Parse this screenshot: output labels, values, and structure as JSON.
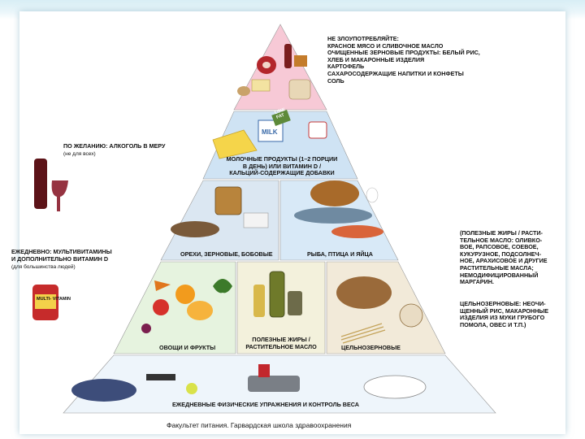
{
  "labels": {
    "top_warning": "НЕ ЗЛОУПОТРЕБЛЯЙТЕ:\nКРАСНОЕ МЯСО И СЛИВОЧНОЕ МАСЛО\nОЧИЩЕННЫЕ ЗЕРНОВЫЕ ПРОДУКТЫ: БЕЛЫЙ РИС,\nХЛЕБ И МАКАРОННЫЕ ИЗДЕЛИЯ\nКАРТОФЕЛЬ\nСАХАРОСОДЕРЖАЩИЕ НАПИТКИ И КОНФЕТЫ\nСОЛЬ",
    "alcohol": "ПО ЖЕЛАНИЮ: АЛКОГОЛЬ В МЕРУ",
    "alcohol_note": "(не для всех)",
    "dairy": "МОЛОЧНЫЕ ПРОДУКТЫ (1–2 ПОРЦИИ\nВ ДЕНЬ) ИЛИ ВИТАМИН D /\nКАЛЬЦИЙ-СОДЕРЖАЩИЕ ДОБАВКИ",
    "nuts": "ОРЕХИ, ЗЕРНОВЫЕ, БОБОВЫЕ",
    "fish": "РЫБА, ПТИЦА И ЯЙЦА",
    "healthy_fats_side": "(ПОЛЕЗНЫЕ ЖИРЫ / РАСТИ-\nТЕЛЬНОЕ МАСЛО: ОЛИВКО-\nВОЕ, РАПСОВОЕ, СОЕВОЕ,\nКУКУРУЗНОЕ, ПОДСОЛНЕЧ-\nНОЕ, АРАХИСОВОЕ И ДРУГИЕ\nРАСТИТЕЛЬНЫЕ МАСЛА;\nНЕМОДИФИЦИРОВАННЫЙ\nМАРГАРИН.",
    "whole_grains_side": "ЦЕЛЬНОЗЕРНОВЫЕ: НЕОЧИ-\nЩЕННЫЙ РИС, МАКАРОННЫЕ\nИЗДЕЛИЯ ИЗ МУКИ ГРУБОГО\nПОМОЛА, ОВЕС И Т.П.)",
    "vitamins": "ЕЖЕДНЕВНО: МУЛЬТИВИТАМИНЫ\nИ ДОПОЛНИТЕЛЬНО ВИТАМИН D",
    "vitamins_note": "(для большинства людей)",
    "veg": "ОВОЩИ И ФРУКТЫ",
    "oils": "ПОЛЕЗНЫЕ ЖИРЫ /\nРАСТИТЕЛЬНОЕ МАСЛО",
    "grains": "ЦЕЛЬНОЗЕРНОВЫЕ",
    "exercise": "ЕЖЕДНЕВНЫЕ ФИЗИЧЕСКИЕ УПРАЖНЕНИЯ И КОНТРОЛЬ ВЕСА",
    "milk_carton": "MILK",
    "lowfat": "LOW\nFAT",
    "multivitamin": "MULTI-\nVITAMIN",
    "caption": "Факультет питания. Гарвардская школа здравоохранения"
  },
  "colors": {
    "top_tier": "#f7c9d6",
    "dairy_tier": "#cfe3f4",
    "protein_tier": "#d8e9f7",
    "plant_tier": "#e6f3df",
    "base_tier": "#eef5fb",
    "frame_glow": "#7fb4c6"
  }
}
